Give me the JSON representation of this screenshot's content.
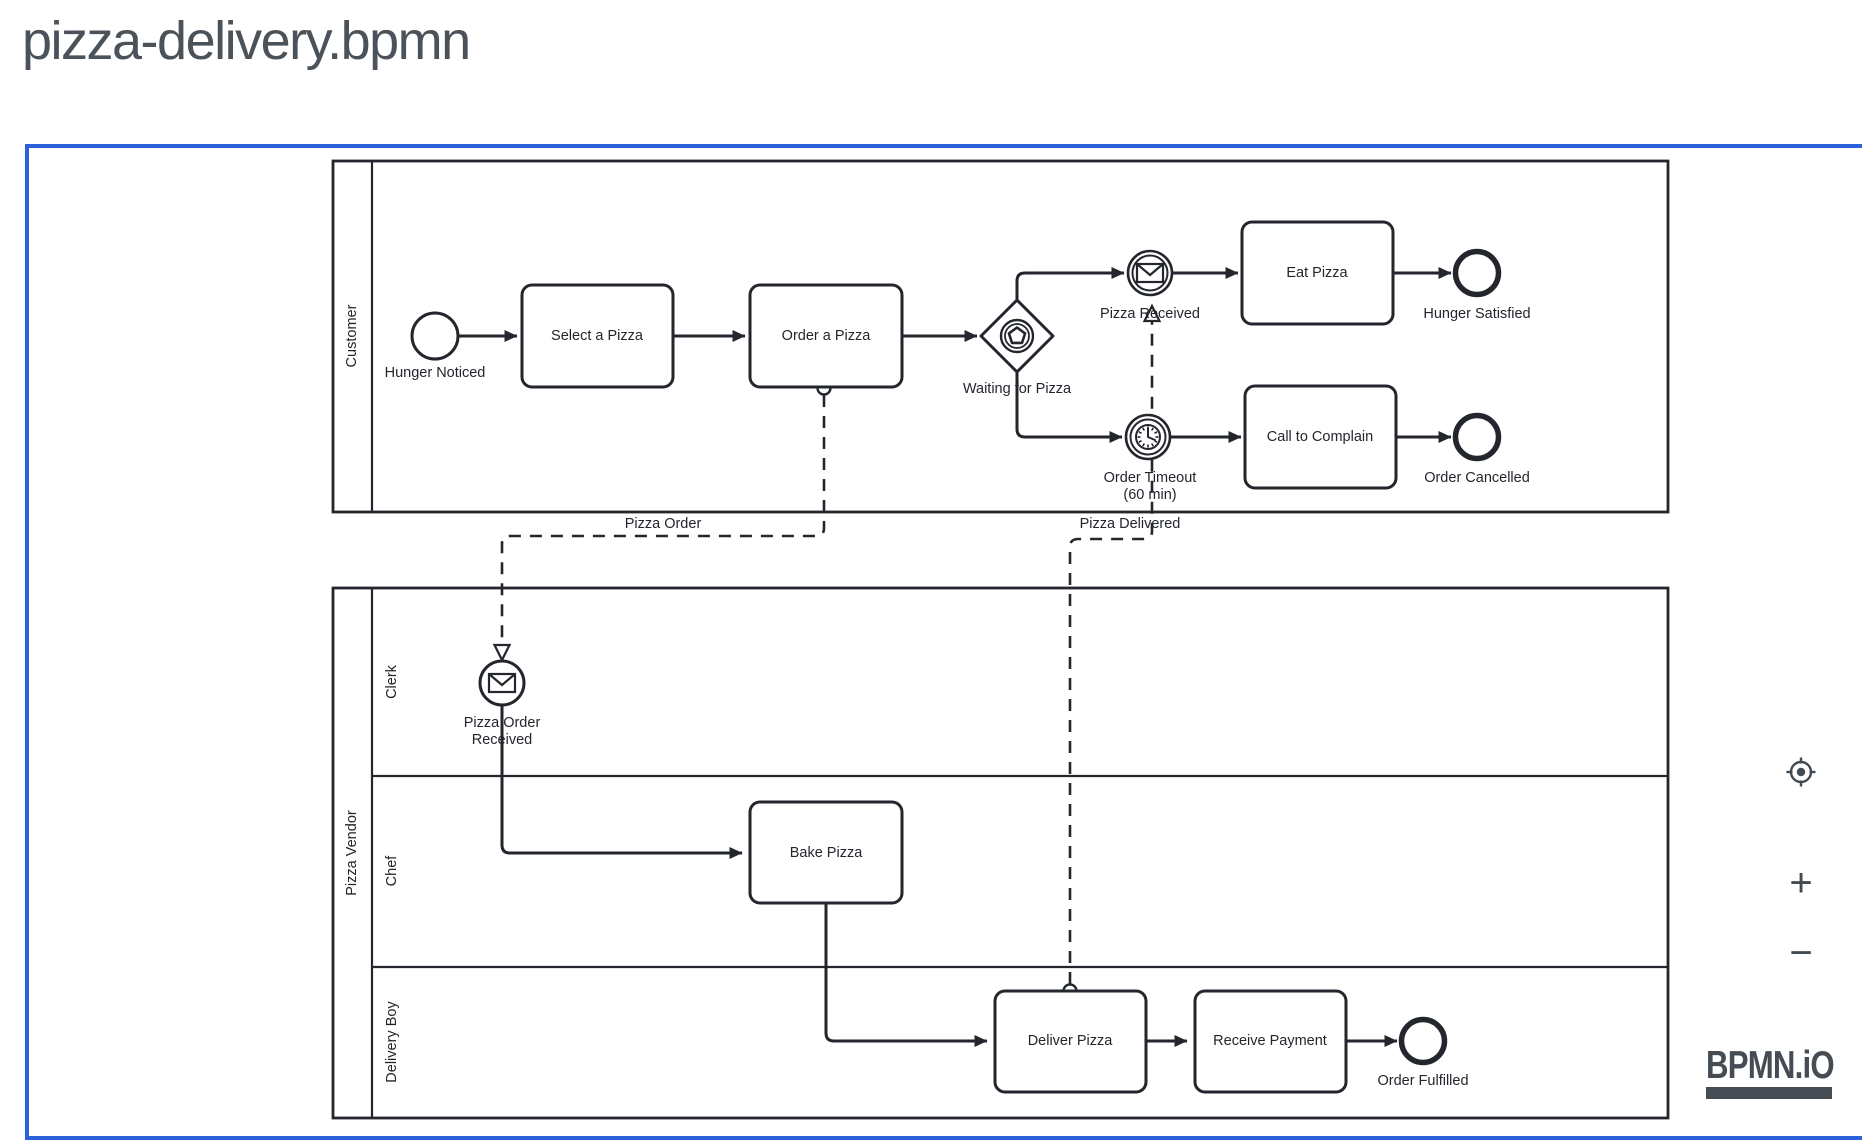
{
  "title": "pizza-delivery.bpmn",
  "colors": {
    "stroke": "#23262c",
    "selection_border": "#2b62da",
    "title_text": "#4b525a",
    "controls": "#424a52"
  },
  "pools": {
    "customer": {
      "label": "Customer"
    },
    "vendor": {
      "label": "Pizza Vendor",
      "lanes": {
        "clerk": "Clerk",
        "chef": "Chef",
        "delivery": "Delivery Boy"
      }
    }
  },
  "nodes": {
    "hunger_noticed": "Hunger Noticed",
    "select_pizza": "Select a Pizza",
    "order_pizza": "Order a Pizza",
    "waiting_for_pizza": "Waiting for Pizza",
    "pizza_received": "Pizza Received",
    "eat_pizza": "Eat Pizza",
    "hunger_satisfied": "Hunger Satisfied",
    "order_timeout_line1": "Order Timeout",
    "order_timeout_line2": "(60 min)",
    "call_to_complain": "Call to Complain",
    "order_cancelled": "Order Cancelled",
    "pizza_order_received_line1": "Pizza Order",
    "pizza_order_received_line2": "Received",
    "bake_pizza": "Bake Pizza",
    "deliver_pizza": "Deliver Pizza",
    "receive_payment": "Receive Payment",
    "order_fulfilled": "Order Fulfilled"
  },
  "message_flows": {
    "pizza_order": "Pizza Order",
    "pizza_delivered": "Pizza Delivered"
  },
  "controls": {
    "zoom_in": "+",
    "zoom_out": "−"
  },
  "logo": {
    "text": "BPMN.iO"
  }
}
